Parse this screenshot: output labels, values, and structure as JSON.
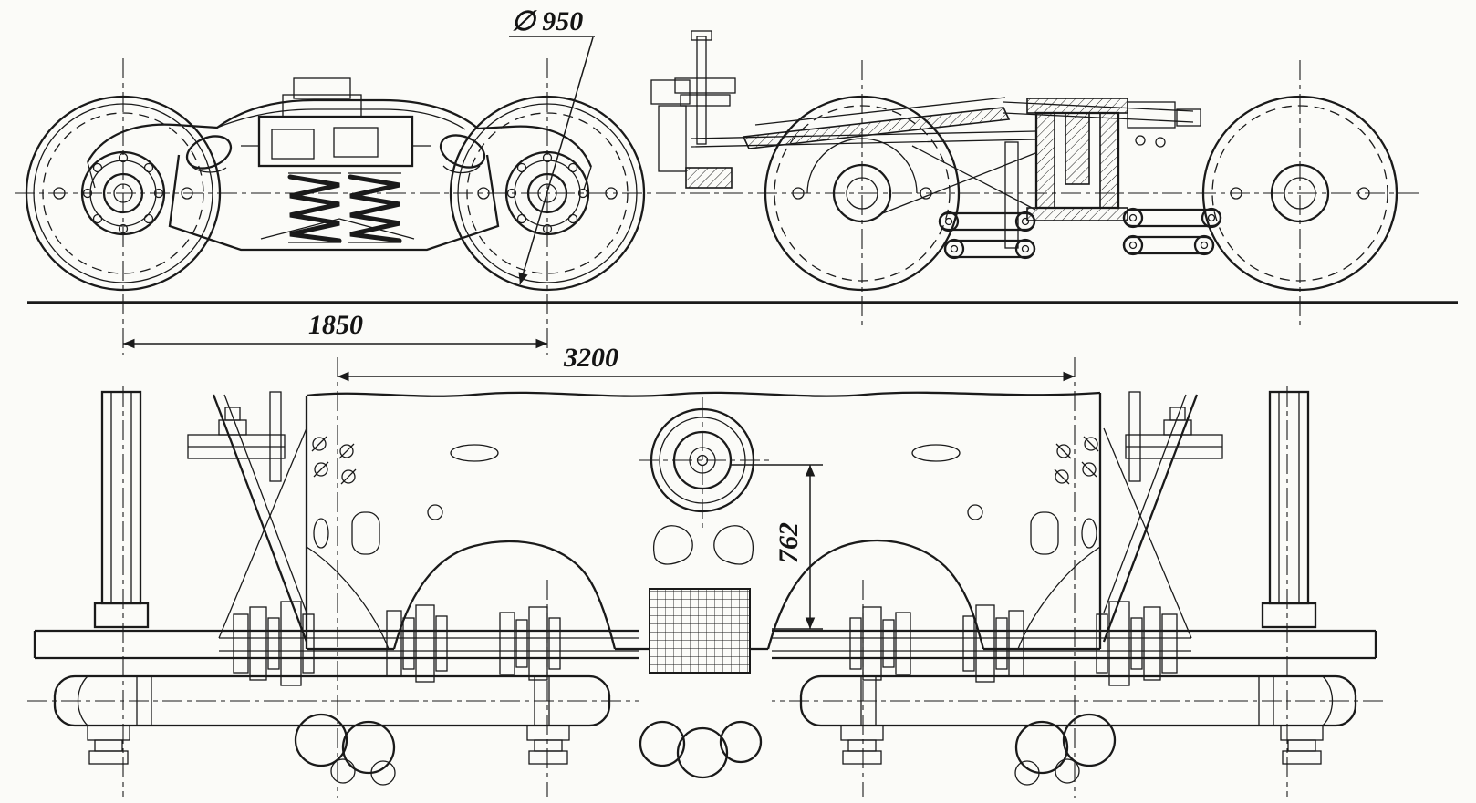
{
  "meta": {
    "background_color": "#fbfbf8",
    "line_color": "#1a1a1a"
  },
  "dimensions": {
    "wheel_diameter": {
      "label": "∅ 950"
    },
    "wheelbase": {
      "label": "1850"
    },
    "bolster_span": {
      "label": "3200"
    },
    "pivot_height": {
      "label": "762"
    }
  }
}
